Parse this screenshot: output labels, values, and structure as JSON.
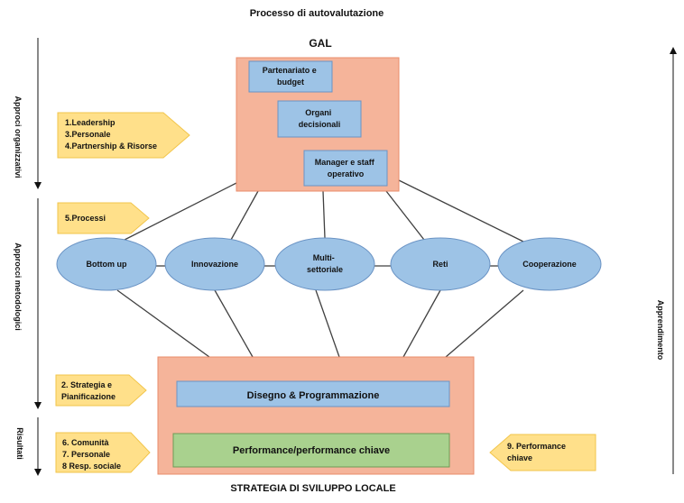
{
  "title": "Processo di autovalutazione",
  "gal": {
    "label": "GAL",
    "boxes": [
      [
        "Partenariato e",
        "budget"
      ],
      [
        "Organi",
        "decisionali"
      ],
      [
        "Manager e staff",
        "operativo"
      ]
    ]
  },
  "principles": [
    [
      "Bottom up"
    ],
    [
      "Innovazione"
    ],
    [
      "Multi-",
      "settoriale"
    ],
    [
      "Reti"
    ],
    [
      "Cooperazione"
    ]
  ],
  "strategy": {
    "label": "STRATEGIA DI SVILUPPO LOCALE",
    "design_box": "Disegno & Programmazione",
    "performance_box": "Performance/performance chiave"
  },
  "side_labels": {
    "organizational": "Approci organizzativi",
    "methodological": "Approcci metodologici",
    "results": "Risultati",
    "learning": "Apprendimento"
  },
  "criteria": {
    "group1": [
      "1.Leadership",
      "3.Personale",
      "4.Partnership & Risorse"
    ],
    "group2": [
      "5.Processi"
    ],
    "group3": [
      "2. Strategia e",
      "Pianificazione"
    ],
    "group4": [
      "6. Comunità",
      "7. Personale",
      "8 Resp. sociale"
    ],
    "group5": [
      "9. Performance",
      "chiave"
    ]
  },
  "colors": {
    "salmon_fill": "#f5b49a",
    "salmon_stroke": "#e98c6b",
    "blue_fill": "#9dc3e6",
    "blue_stroke": "#6a93c4",
    "ellipse_fill": "#9dc3e6",
    "green_fill": "#a9d18e",
    "green_stroke": "#6f9b55",
    "arrow_fill": "#ffe08a",
    "arrow_stroke": "#f2c54b",
    "line": "#404040",
    "text": "#111111"
  }
}
